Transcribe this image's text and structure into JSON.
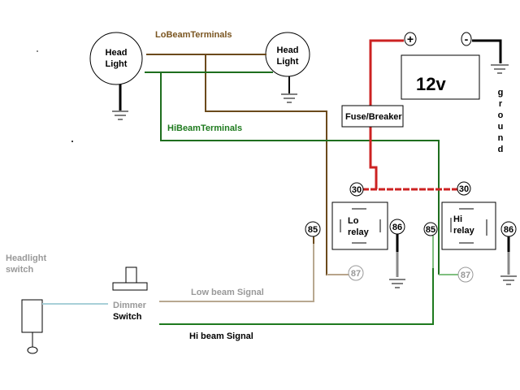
{
  "diagram": {
    "title": "Headlight relay wiring diagram",
    "colors": {
      "lo_beam_wire": "#6b4a1c",
      "hi_beam_wire": "#1e6e1e",
      "power_wire": "#cc2222",
      "ground_wire": "#000000",
      "low_signal_wire": "#b8a890",
      "hi_signal_green": "#1e7a1e",
      "light_green": "#7fbf7f",
      "switch_wire": "#a8d0d8",
      "grey_text": "#999999",
      "grey_wire": "#888888"
    },
    "labels": {
      "lo_beam_terminals": "LoBeamTerminals",
      "hi_beam_terminals": "HiBeamTerminals",
      "headlight_left_line1": "Head",
      "headlight_left_line2": "Light",
      "headlight_right_line1": "Head",
      "headlight_right_line2": "Light",
      "battery": "12v",
      "battery_plus": "+",
      "battery_minus": "-",
      "fuse": "Fuse/Breaker",
      "ground_vertical": [
        "g",
        "r",
        "o",
        "u",
        "n",
        "d"
      ],
      "lo_relay_line1": "Lo",
      "lo_relay_line2": "relay",
      "hi_relay_line1": "Hi",
      "hi_relay_line2": "relay",
      "headlight_switch_line1": "Headlight",
      "headlight_switch_line2": "switch",
      "dimmer_line1": "Dimmer",
      "dimmer_line2": "Switch",
      "low_beam_signal": "Low beam Signal",
      "hi_beam_signal": "Hi beam Signal"
    },
    "terminals": {
      "lo_30": "30",
      "hi_30": "30",
      "lo_85": "85",
      "lo_86": "86",
      "lo_87": "87",
      "hi_85": "85",
      "hi_86": "86",
      "hi_87": "87"
    }
  }
}
